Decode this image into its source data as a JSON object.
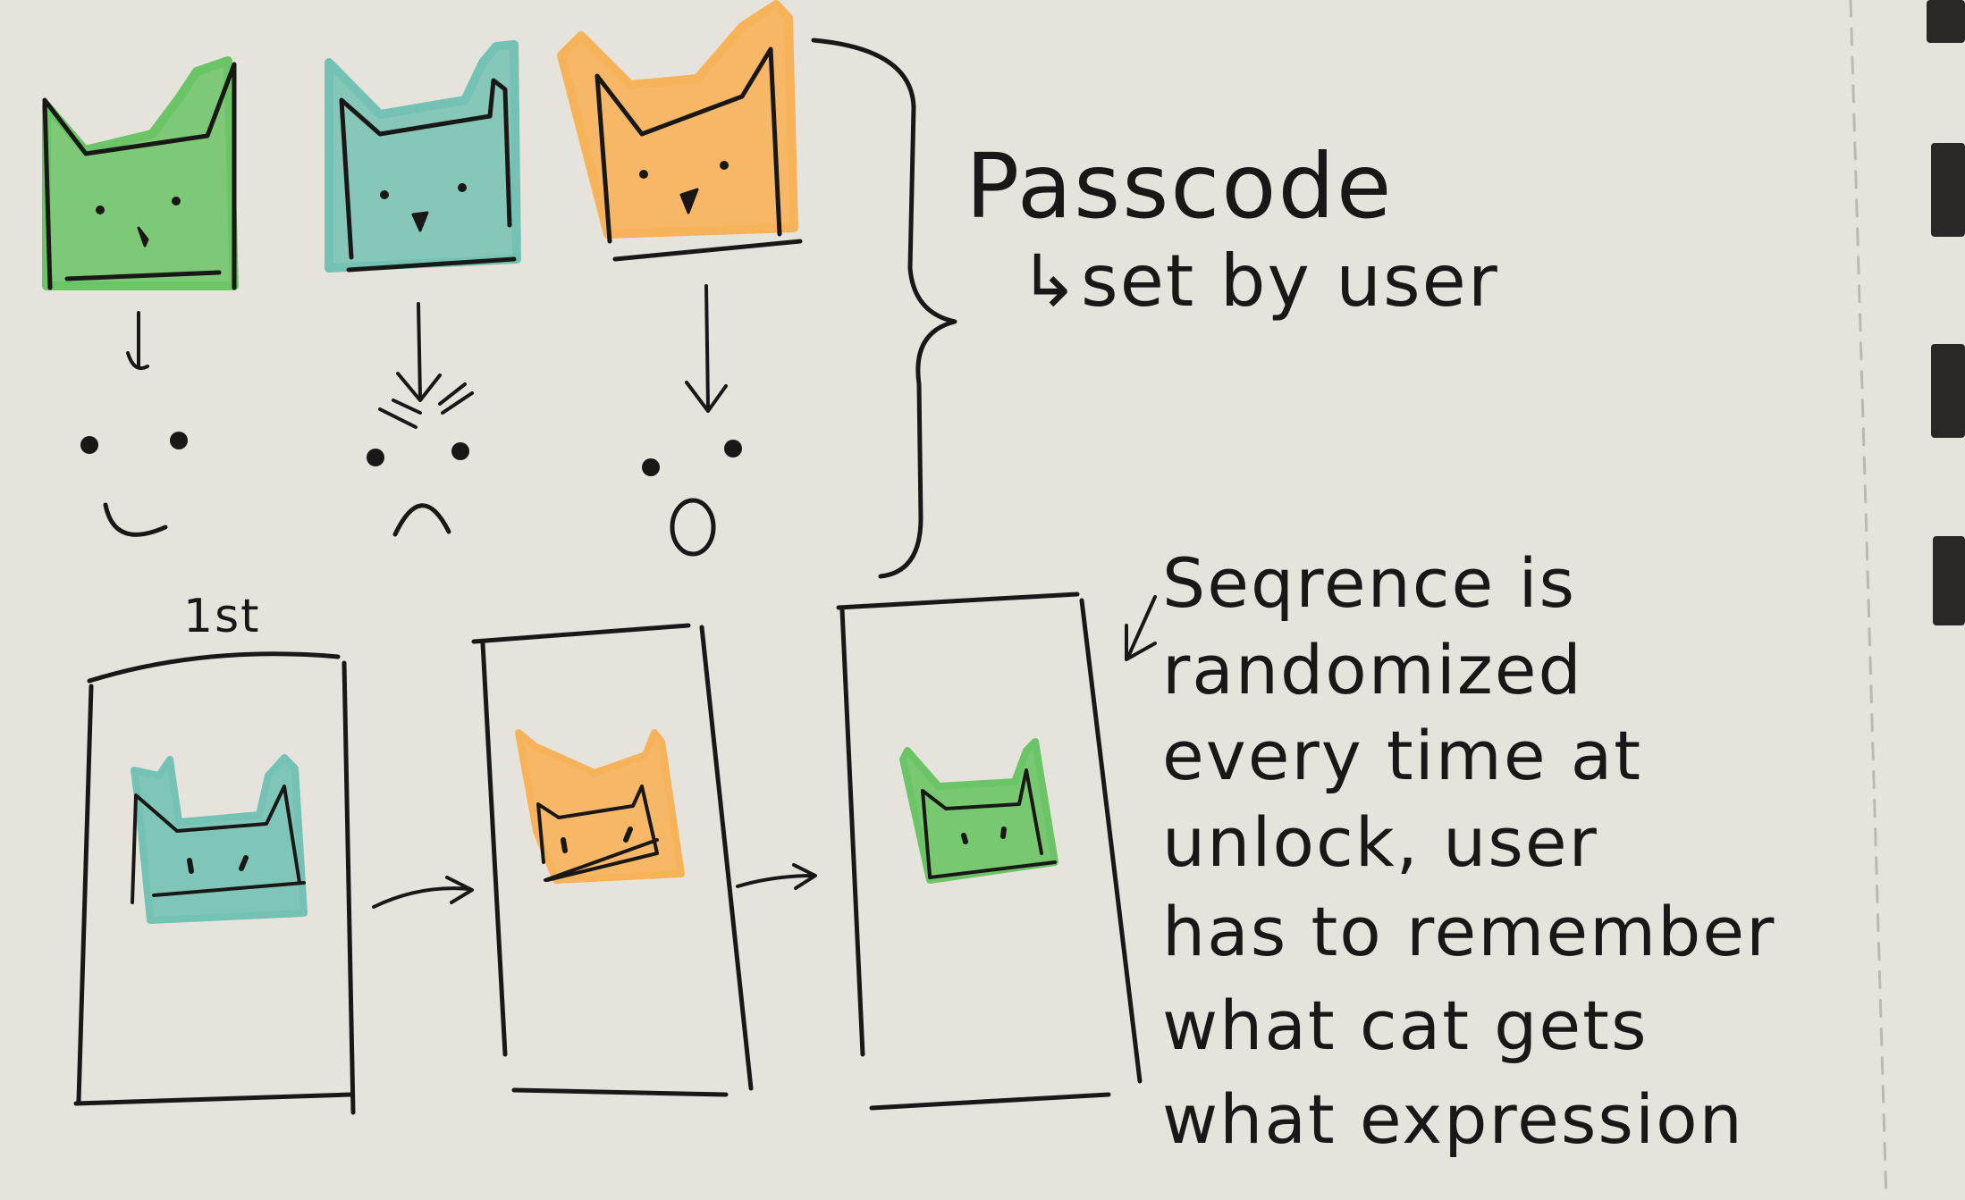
{
  "passcode": {
    "title": "Passcode",
    "note": "↳set by user"
  },
  "passcode_cats": [
    {
      "color": "green",
      "color_hex": "#6bc466",
      "expression": "happy"
    },
    {
      "color": "teal",
      "color_hex": "#74c2b4",
      "expression": "angry"
    },
    {
      "color": "orange",
      "color_hex": "#f7b35a",
      "expression": "surprised"
    }
  ],
  "screens": {
    "first_label": "1st",
    "sequence": [
      {
        "cat_color": "teal",
        "color_hex": "#74c2b4"
      },
      {
        "cat_color": "orange",
        "color_hex": "#f7b35a"
      },
      {
        "cat_color": "green",
        "color_hex": "#6bc466"
      }
    ]
  },
  "note": {
    "lines": [
      "Seqrence is",
      "randomized",
      "every time at",
      "unlock, user",
      "has to remember",
      "what cat gets",
      "what expression"
    ]
  },
  "ink_hex": "#1a1816",
  "paper_hex": "#e6e3dd"
}
